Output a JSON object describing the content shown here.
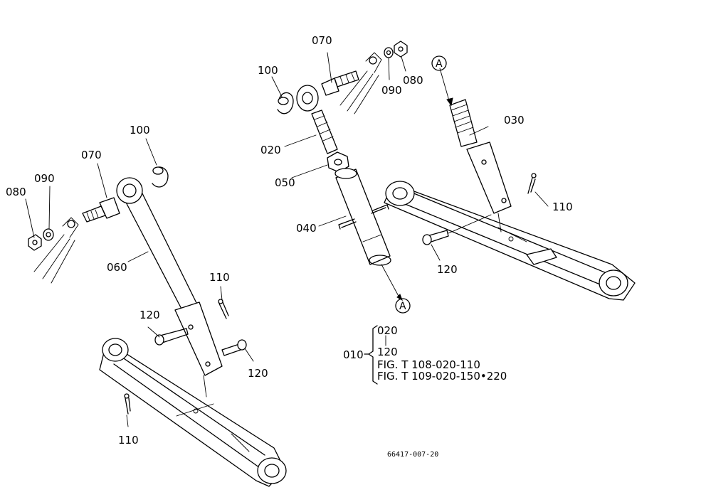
{
  "callouts": {
    "c070_left": "070",
    "c090_left": "090",
    "c080_left": "080",
    "c100_left": "100",
    "c060": "060",
    "c110_left_top": "110",
    "c120_left_a": "120",
    "c120_left_b": "120",
    "c110_left_bottom": "110",
    "c070_center": "070",
    "c100_center": "100",
    "c090_center": "090",
    "c080_center": "080",
    "c020": "020",
    "c050": "050",
    "c040": "040",
    "cA_bottom": "A",
    "cA_top": "A",
    "c030": "030",
    "c110_right": "110",
    "c120_right": "120"
  },
  "assembly_key": {
    "parent": "010",
    "range_start": "020",
    "range_end": "120",
    "ref1": "FIG. T 108-020-110",
    "ref2": "FIG. T 109-020-150•220"
  },
  "drawing_code": "66417-007-20"
}
